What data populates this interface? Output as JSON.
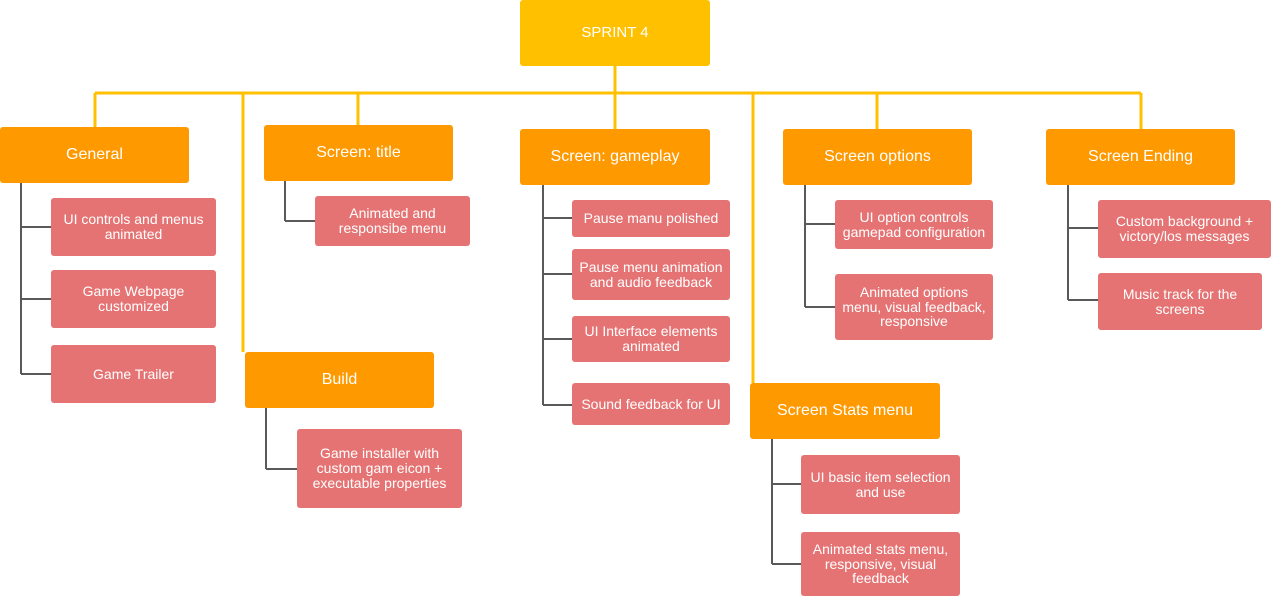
{
  "root": {
    "label": "SPRINT 4"
  },
  "categories": [
    {
      "label": "General",
      "tasks": [
        "UI controls and menus animated",
        "Game Webpage customized",
        "Game Trailer"
      ]
    },
    {
      "label": "Screen: title",
      "tasks": [
        "Animated and responsibe menu"
      ]
    },
    {
      "label": "Build",
      "tasks": [
        "Game installer with custom gam eicon + executable properties"
      ]
    },
    {
      "label": "Screen: gameplay",
      "tasks": [
        "Pause manu polished",
        "Pause menu animation and audio feedback",
        "UI Interface elements animated",
        "Sound feedback for UI"
      ]
    },
    {
      "label": "Screen Stats menu",
      "tasks": [
        "UI basic item selection and use",
        "Animated stats menu, responsive, visual feedback"
      ]
    },
    {
      "label": "Screen options",
      "tasks": [
        "UI option controls gamepad configuration",
        "Animated options menu, visual feedback, responsive"
      ]
    },
    {
      "label": "Screen Ending",
      "tasks": [
        "Custom background + victory/los messages",
        "Music track for the screens"
      ]
    }
  ],
  "colors": {
    "root": "#FFC000",
    "category": "#FF9900",
    "task": "#E57373",
    "root_connector": "#FFC000",
    "task_connector": "#595959"
  }
}
